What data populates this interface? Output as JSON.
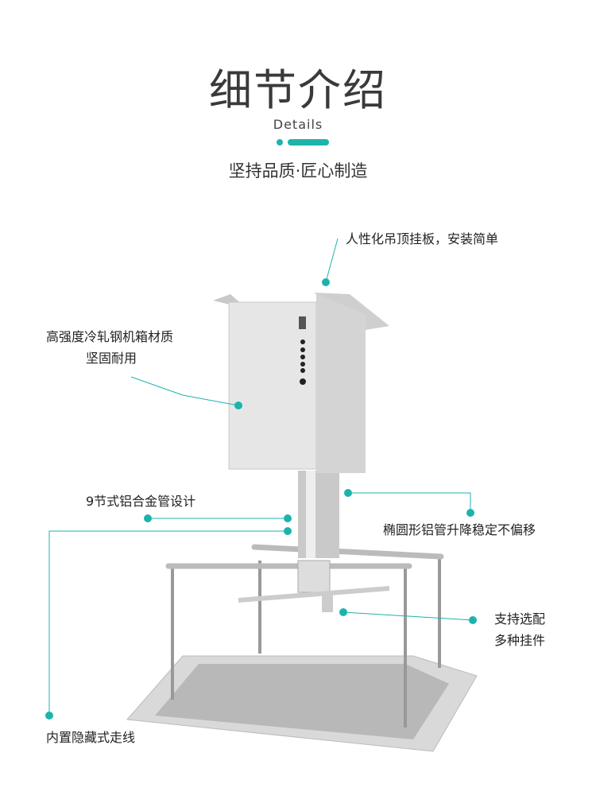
{
  "header": {
    "title": "细节介绍",
    "subtitle": "Details",
    "tagline": "坚持品质·匠心制造"
  },
  "callouts": {
    "ceiling_plate": "人性化吊顶挂板，安装简单",
    "steel_box_1": "高强度冷轧钢机箱材质",
    "steel_box_2": "坚固耐用",
    "alloy_tube": "9节式铝合金管设计",
    "oval_tube": "椭圆形铝管升降稳定不偏移",
    "mount_1": "支持选配",
    "mount_2": "多种挂件",
    "hidden_wiring": "内置隐藏式走线"
  },
  "colors": {
    "accent": "#1db3ad"
  }
}
